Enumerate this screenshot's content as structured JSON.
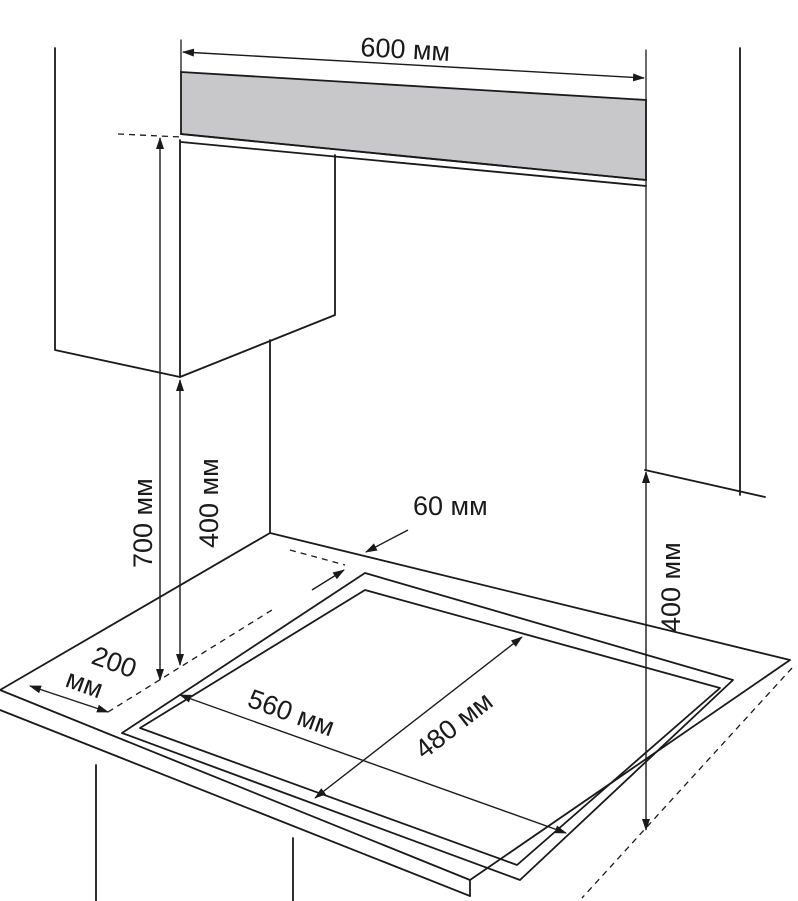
{
  "colors": {
    "stroke": "#1a1a1a",
    "hood": "#c8c8ca",
    "background": "#ffffff"
  },
  "labels": {
    "hood_width": "600 мм",
    "total_height": "700 мм",
    "cabinet_clearance": "400 мм",
    "side_clearance": "400 мм",
    "rear_gap": "60 мм",
    "side_gap_num": "200",
    "side_gap_unit": "мм",
    "cutout_width": "560 мм",
    "cutout_depth": "480 мм"
  }
}
